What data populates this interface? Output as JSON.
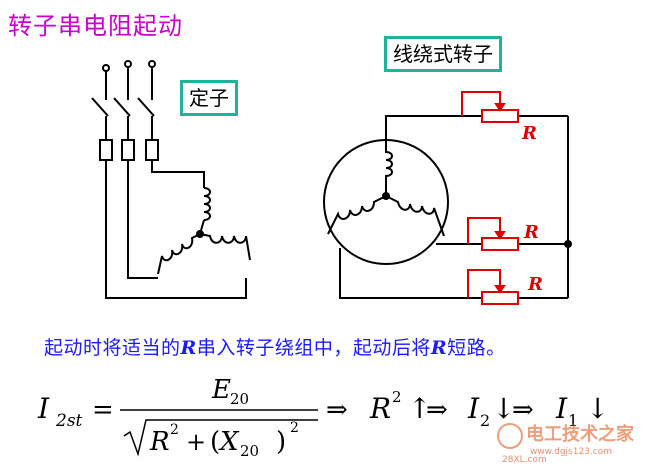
{
  "title": "转子串电阻起动",
  "stator_label": "定子",
  "rotor_label": "线绕式转子",
  "resistor_labels": [
    "R",
    "R",
    "R"
  ],
  "caption": {
    "part1": "起动时将适当的",
    "var1": "R",
    "part2": "串入转子绕组中，起动后将",
    "var2": "R",
    "part3": "短路。"
  },
  "formula": {
    "lhs_symbol": "I",
    "lhs_sub": "2st",
    "numerator": "E",
    "numerator_sub": "20",
    "denominator_r": "R",
    "denominator_r_exp": "2",
    "denominator_x": "X",
    "denominator_x_sub": "20",
    "denominator_exp": "2",
    "implies_1": "⇒",
    "rhs_r": "R",
    "rhs_r_exp": "2",
    "up_arrow": "↑",
    "implies_2": "⇒",
    "rhs_i2": "I",
    "rhs_i2_sub": "2",
    "down_arrow_1": "↓",
    "implies_3": "⇒",
    "rhs_i1": "I",
    "rhs_i1_sub": "1",
    "down_arrow_2": "↓"
  },
  "watermark": {
    "brand": "电工技术之家",
    "url": "www.dgjs123.com",
    "stamp": "28XL.com"
  },
  "colors": {
    "title": "#cc00cc",
    "box_border": "#1fb39a",
    "caption": "#1a1aff",
    "resistor": "#e00000",
    "wire": "#000000"
  }
}
